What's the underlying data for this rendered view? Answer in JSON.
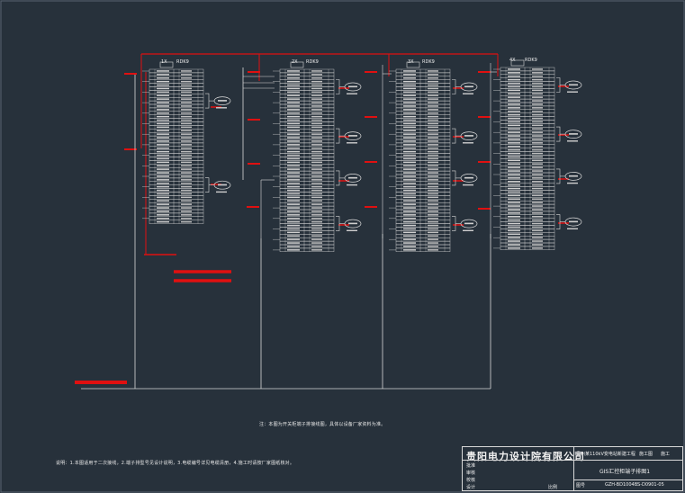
{
  "colors": {
    "background": "#27313b",
    "line_white": "#d9d9d9",
    "line_red": "#e01010",
    "text_white": "#f0f0f0"
  },
  "terminal_blocks": [
    {
      "label_left": "1X",
      "label_right": "RDK9"
    },
    {
      "label_left": "2X",
      "label_right": "RDK9"
    },
    {
      "label_left": "3X",
      "label_right": "RDK9"
    },
    {
      "label_left": "4X",
      "label_right": "RDK9"
    }
  ],
  "notes": {
    "main": "注：本图为开关柜端子排接线图，具体以设备厂家资料为准。",
    "footer": "说明：1.本图适用于二次接线，2.端子排型号见设计说明，3.电缆编号详见电缆清册，4.施工时请按厂家图纸核对。"
  },
  "title_block": {
    "company": "贵阳电力设计院有限公司",
    "project": "贵州某110kV变电站新建工程",
    "phase": "施工图",
    "stage": "施工",
    "drawing_title": "GIS汇控柜端子排图1",
    "drawing_no": "GZH-BD1004BS-D0901-05",
    "scale_label": "比例",
    "sheet_label": "图号",
    "rows": [
      "批准",
      "审核",
      "校核",
      "设计"
    ]
  }
}
